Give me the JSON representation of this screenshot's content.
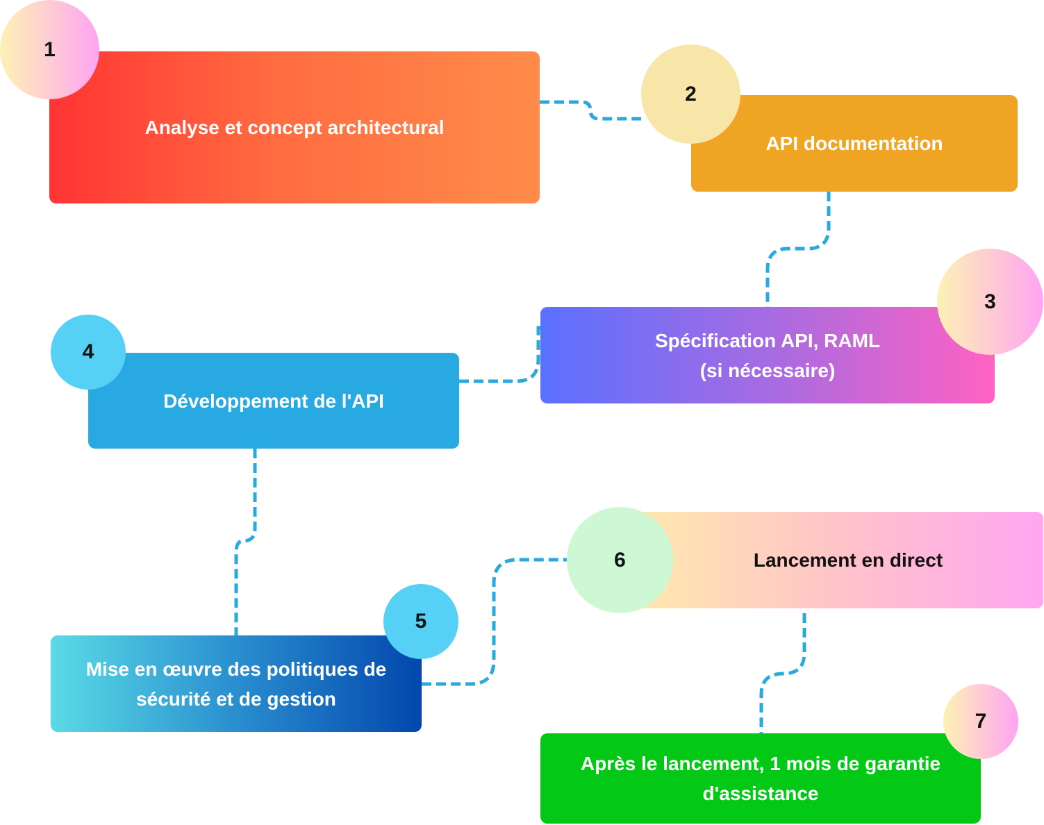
{
  "steps": [
    {
      "number": "1",
      "label": "Analyse et concept architectural"
    },
    {
      "number": "2",
      "label": "API documentation"
    },
    {
      "number": "3",
      "label": "Spécification API, RAML\n(si nécessaire)"
    },
    {
      "number": "4",
      "label": "Développement de l'API"
    },
    {
      "number": "5",
      "label": "Mise en œuvre des politiques de\nsécurité et de gestion"
    },
    {
      "number": "6",
      "label": "Lancement en direct"
    },
    {
      "number": "7",
      "label": "Après le lancement, 1 mois de garantie\nd'assistance"
    }
  ],
  "colors": {
    "connector": "#2aa9dd",
    "step1": [
      "#ff3434",
      "#ff8c4a"
    ],
    "step2": "#f0a423",
    "step3": [
      "#5b70ff",
      "#ff62c2"
    ],
    "step4": "#29a9e1",
    "step5": [
      "#5adbe6",
      "#0247ad"
    ],
    "step6": [
      "#ffebad",
      "#ffa6f2"
    ],
    "step7": "#03c916"
  }
}
